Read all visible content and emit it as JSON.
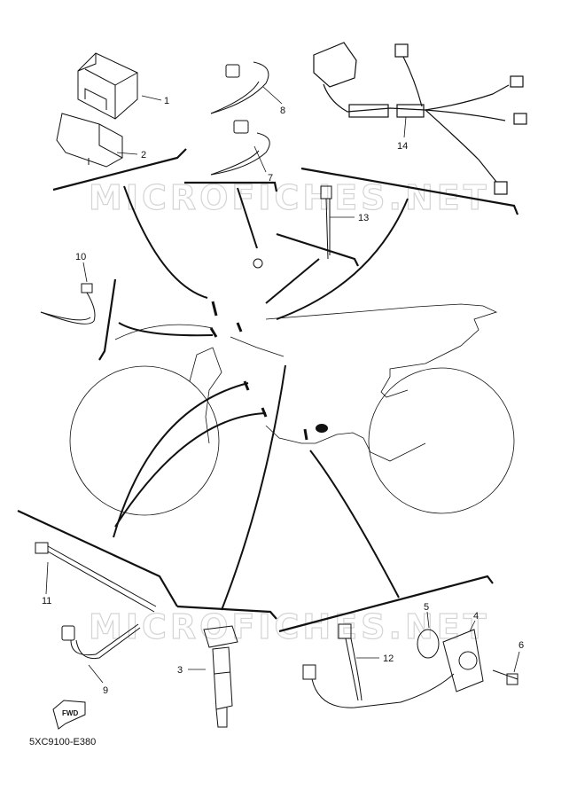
{
  "diagram": {
    "drawing_code": "5XC9100-E380",
    "watermark": "MICROFICHES.NET",
    "fwd_label": "FWD",
    "callouts": [
      "1",
      "2",
      "3",
      "4",
      "5",
      "6",
      "7",
      "8",
      "9",
      "10",
      "11",
      "12",
      "13",
      "14"
    ]
  }
}
